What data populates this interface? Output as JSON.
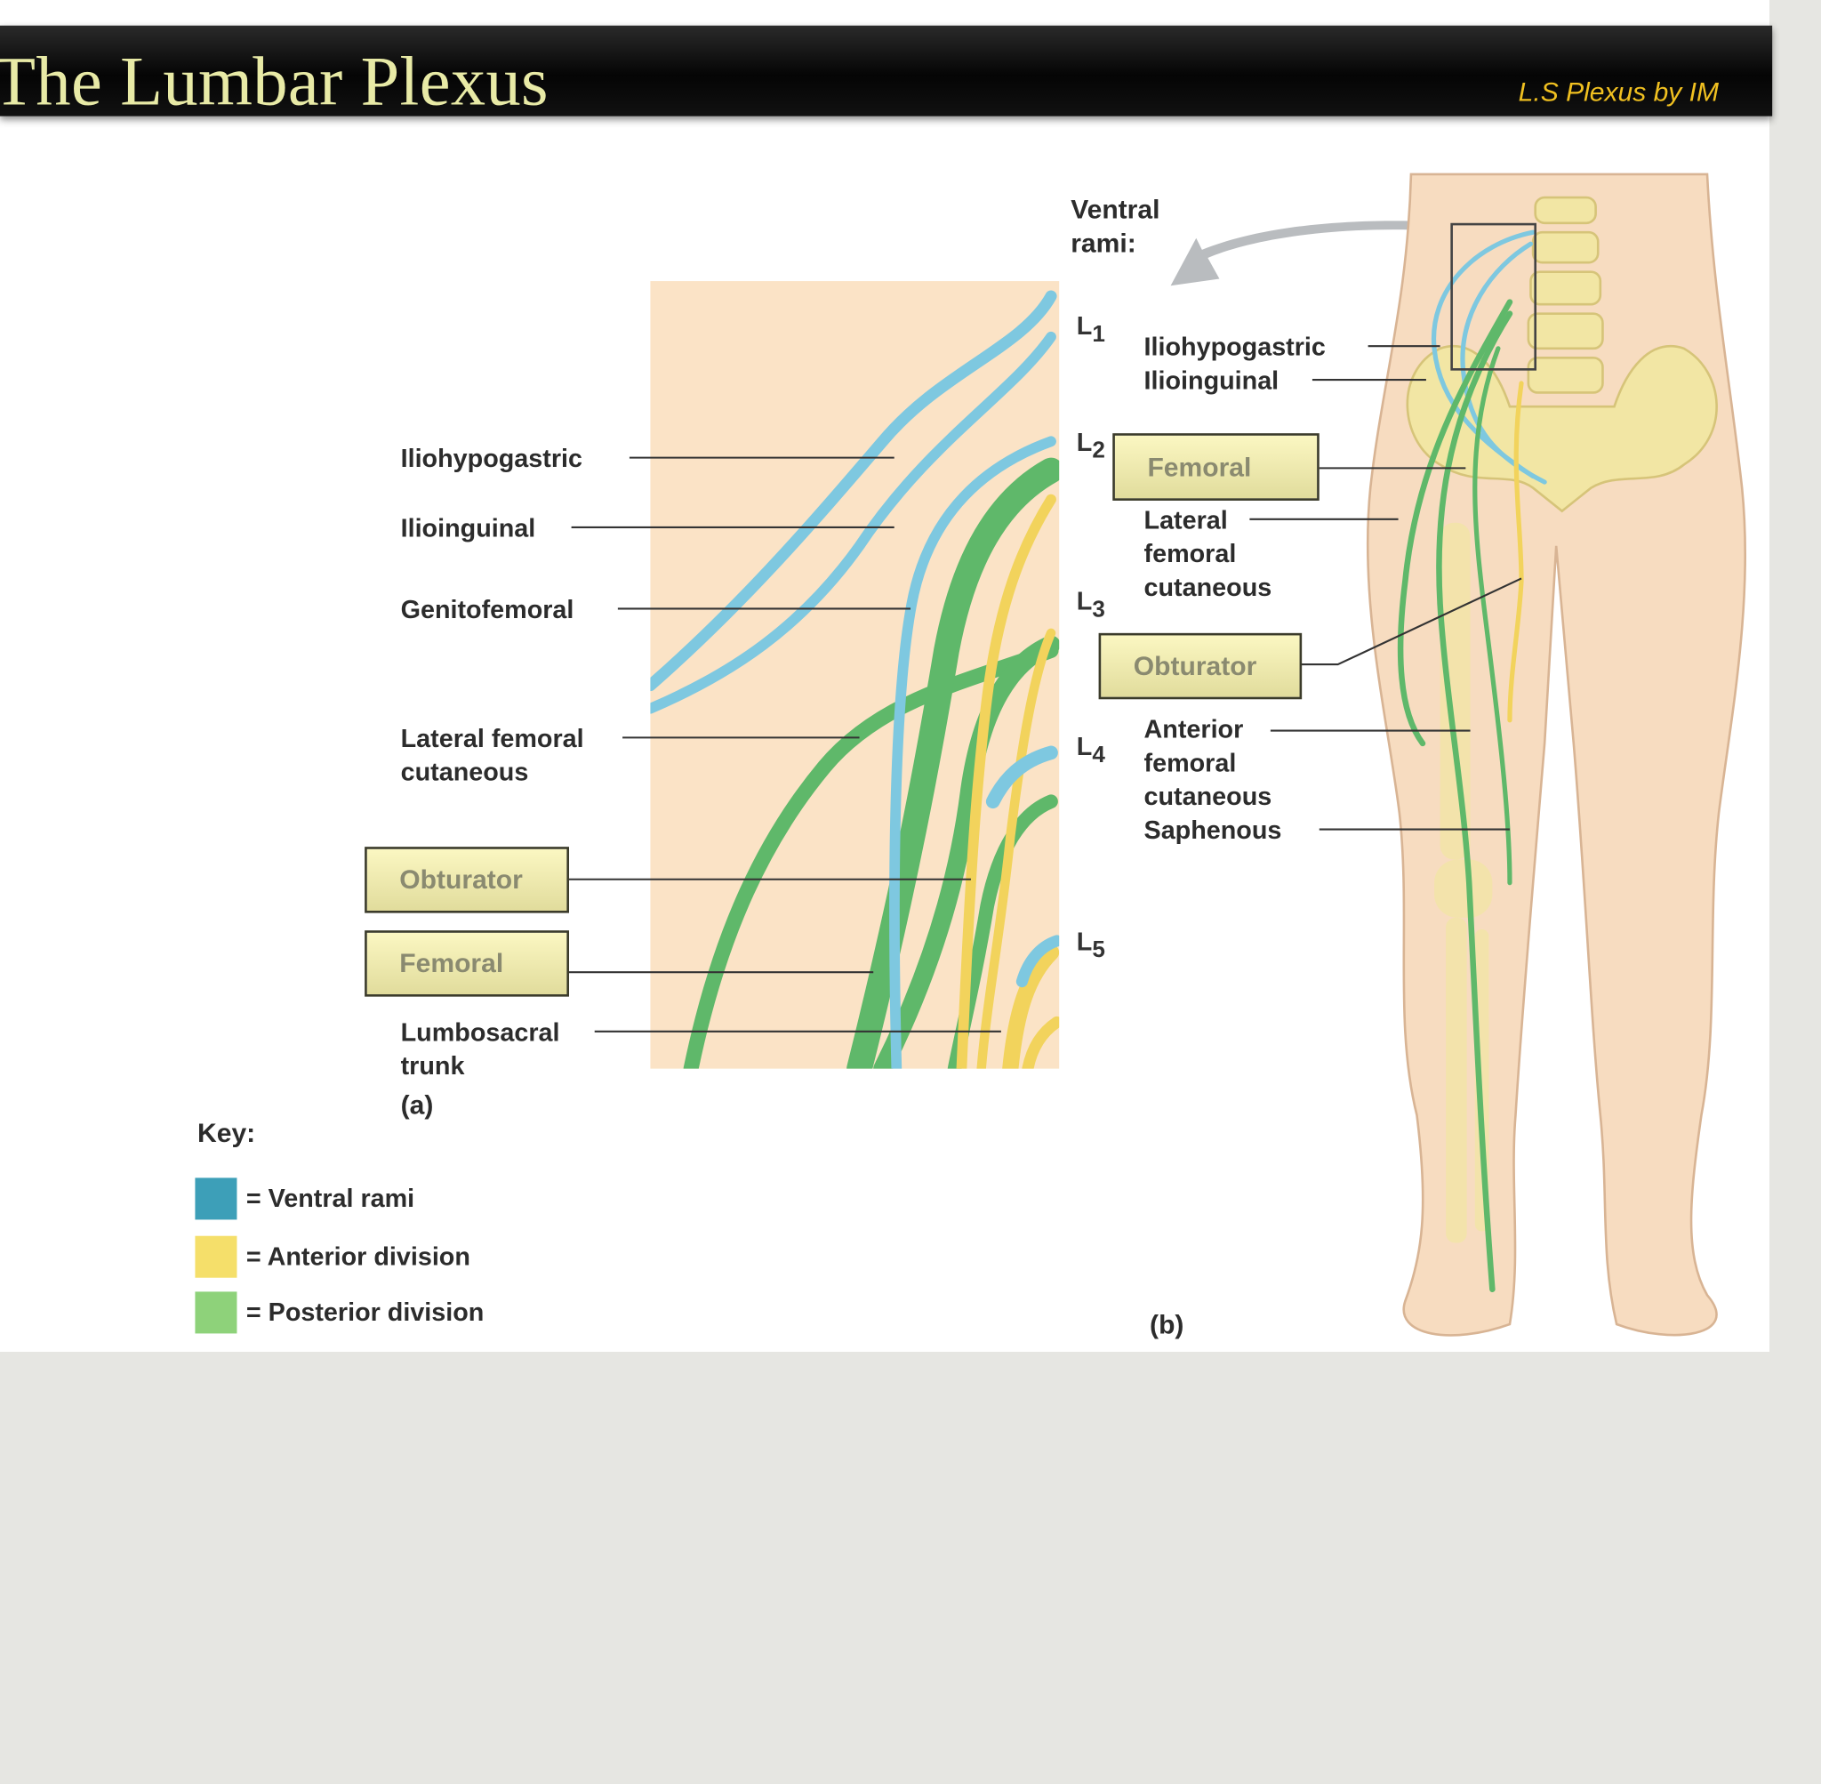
{
  "slide": {
    "title": "The Lumbar Plexus",
    "credit": "L.S Plexus by IM"
  },
  "panel_a": {
    "caption": "(a)",
    "labels": [
      {
        "id": "iliohypogastric",
        "text": "Iliohypogastric"
      },
      {
        "id": "ilioinguinal",
        "text": "Ilioinguinal"
      },
      {
        "id": "genitofemoral",
        "text": "Genitofemoral"
      },
      {
        "id": "lateral_femoral_cutaneous",
        "text": "Lateral femoral\ncutaneous"
      },
      {
        "id": "lumbosacral_trunk",
        "text": "Lumbosacral\ntrunk"
      }
    ],
    "boxed": [
      {
        "id": "obturator",
        "text": "Obturator"
      },
      {
        "id": "femoral",
        "text": "Femoral"
      }
    ]
  },
  "panel_b": {
    "caption": "(b)",
    "heading": "Ventral\nrami:",
    "labels": [
      {
        "id": "iliohypogastric",
        "text": "Iliohypogastric"
      },
      {
        "id": "ilioinguinal",
        "text": "Ilioinguinal"
      },
      {
        "id": "lateral_femoral_cutaneous",
        "text": "Lateral\nfemoral\ncutaneous"
      },
      {
        "id": "anterior_femoral_cutaneous",
        "text": "Anterior\nfemoral\ncutaneous"
      },
      {
        "id": "saphenous",
        "text": "Saphenous"
      }
    ],
    "boxed": [
      {
        "id": "femoral",
        "text": "Femoral"
      },
      {
        "id": "obturator",
        "text": "Obturator"
      }
    ]
  },
  "levels": [
    {
      "letter": "L",
      "num": "1"
    },
    {
      "letter": "L",
      "num": "2"
    },
    {
      "letter": "L",
      "num": "3"
    },
    {
      "letter": "L",
      "num": "4"
    },
    {
      "letter": "L",
      "num": "5"
    }
  ],
  "key": {
    "title": "Key:",
    "items": [
      {
        "label": "= Ventral rami",
        "color": "#3d9fb8"
      },
      {
        "label": "= Anterior division",
        "color": "#f5df6a"
      },
      {
        "label": "= Posterior division",
        "color": "#8ed27a"
      }
    ]
  },
  "colors": {
    "ventral": "#7ec8e0",
    "anterior": "#f2d35c",
    "posterior": "#5fb86a",
    "panel_bg": "#fbe3c6",
    "skin": "#f7dcc0",
    "bone": "#f2e6a4",
    "box_fill": "#f2eeb0",
    "title_color": "#e8eaa6",
    "credit_color": "#f0c020"
  }
}
